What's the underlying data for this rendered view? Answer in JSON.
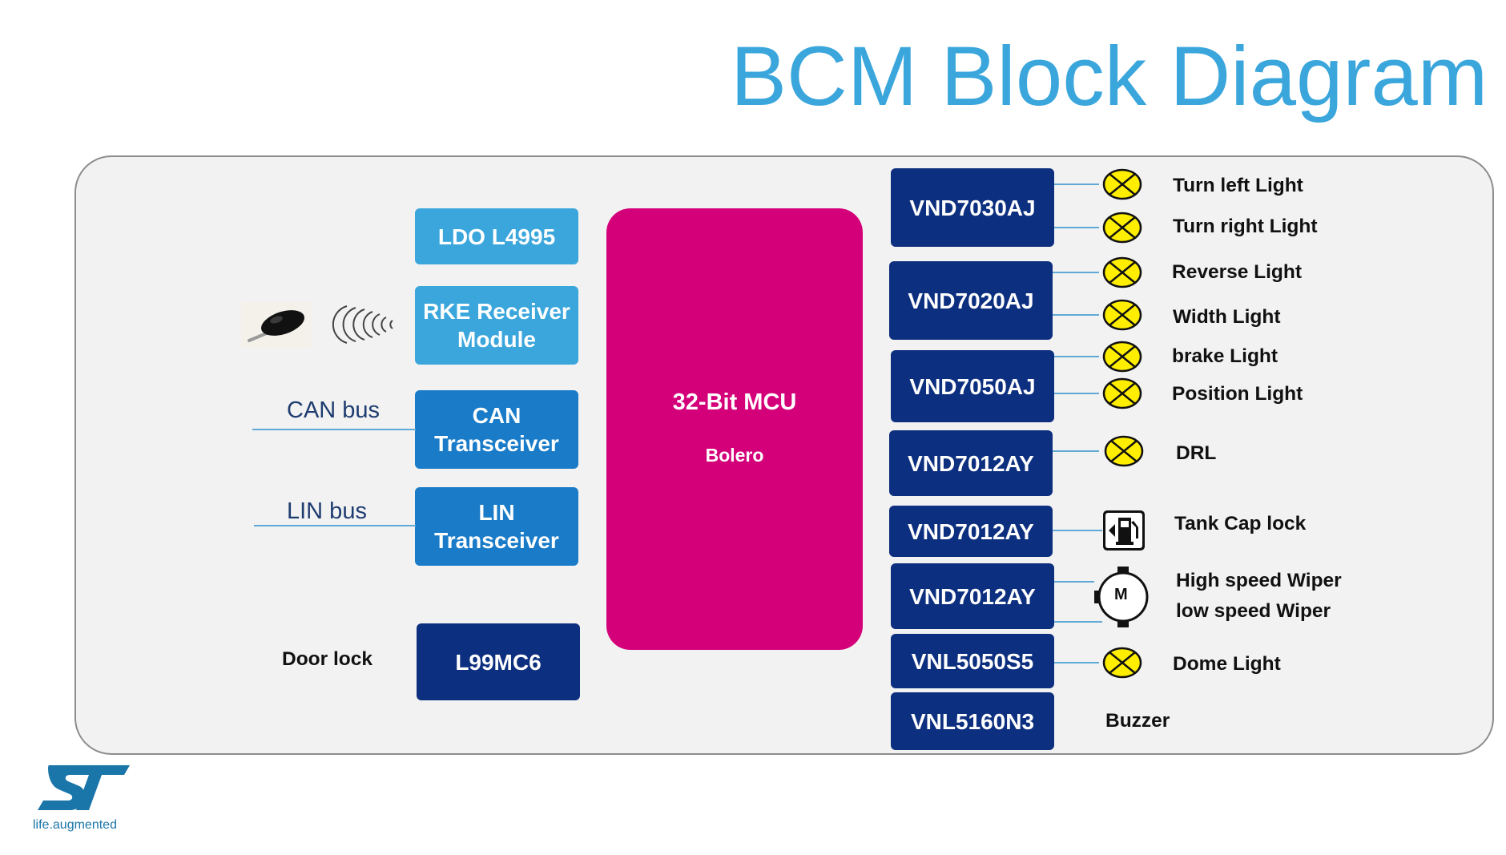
{
  "title": "BCM Block Diagram",
  "left_blocks": {
    "ldo": "LDO L4995",
    "rke_line1": "RKE Receiver",
    "rke_line2": "Module",
    "can_line1": "CAN",
    "can_line2": "Transceiver",
    "lin_line1": "LIN",
    "lin_line2": "Transceiver",
    "door": "L99MC6"
  },
  "left_labels": {
    "can_bus": "CAN bus",
    "lin_bus": "LIN bus",
    "door_lock": "Door lock"
  },
  "mcu": {
    "name": "32-Bit MCU",
    "family": "Bolero"
  },
  "drivers": [
    "VND7030AJ",
    "VND7020AJ",
    "VND7050AJ",
    "VND7012AY",
    "VND7012AY",
    "VND7012AY",
    "VNL5050S5",
    "VNL5160N3"
  ],
  "loads": {
    "turn_left": "Turn left Light",
    "turn_right": "Turn right Light",
    "reverse": "Reverse Light",
    "width": "Width Light",
    "brake": "brake Light",
    "position": "Position Light",
    "drl": "DRL",
    "tank": "Tank Cap lock",
    "wiper_high": "High speed Wiper",
    "wiper_low": "low speed Wiper",
    "dome": "Dome Light",
    "buzzer": "Buzzer"
  },
  "motor_symbol": "M",
  "logo_tagline": "life.augmented",
  "colors": {
    "title": "#3aa6dc",
    "light_block": "#3aa6dc",
    "dark_block": "#0d2f7f",
    "mcu": "#d4007a",
    "bulb": "#ffee00"
  }
}
